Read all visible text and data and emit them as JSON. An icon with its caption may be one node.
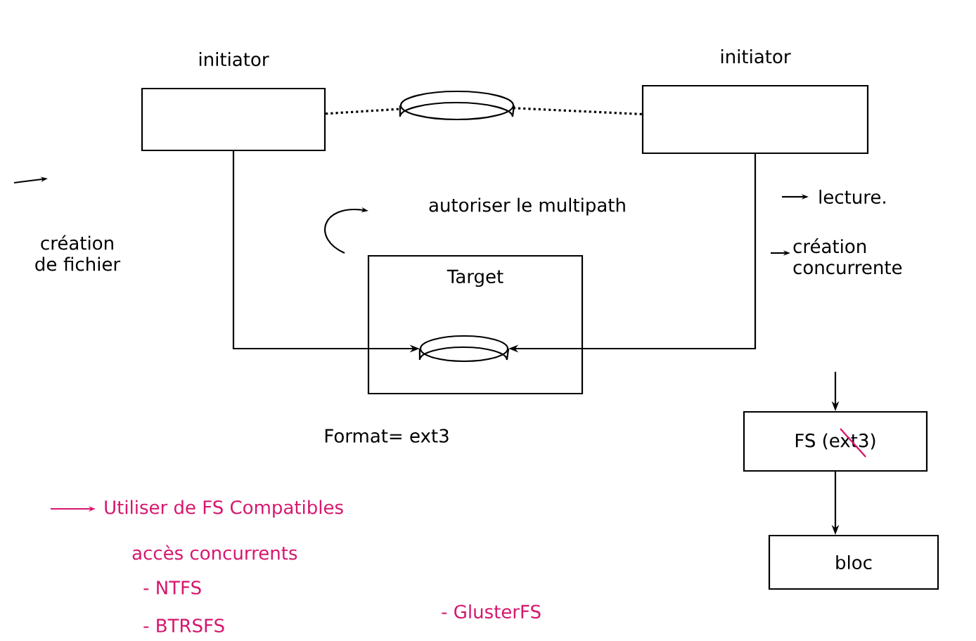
{
  "diagram": {
    "nodes": [
      {
        "text": [
          "initiator"
        ]
      },
      {
        "text": [],
        "shape": "cylinder"
      },
      {
        "text": [
          "initiator"
        ]
      },
      {
        "text": [
          "Target"
        ]
      },
      {
        "text": [],
        "shape": "cylinder",
        "in": 3
      },
      {
        "text": [
          "FS (ext3)"
        ]
      },
      {
        "text": [
          "bloc"
        ]
      }
    ],
    "edges": [
      {
        "from": 0,
        "to": 1,
        "arrow": "none",
        "style": "dashed"
      },
      {
        "from": 1,
        "to": 2,
        "arrow": "none",
        "style": "dashed"
      },
      {
        "from": 0,
        "to": 4,
        "arrow": "to"
      },
      {
        "from": 2,
        "to": 4,
        "arrow": "to"
      },
      {
        "from": null,
        "to": 5,
        "arrow": "to"
      },
      {
        "from": 5,
        "to": 6,
        "arrow": "to"
      }
    ],
    "labels": [
      "création de fichier",
      "autoriser le multipath",
      "lecture.",
      "création concurrente",
      "Format= ext3",
      "Utiliser de FS Compatibles",
      "accès concurrents",
      "- NTFS",
      "- BTRSFS",
      "- GlusterFS"
    ]
  }
}
